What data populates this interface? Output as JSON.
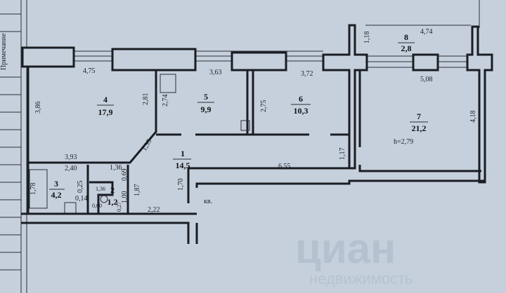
{
  "margin_note": "Примечание",
  "watermark": {
    "brand": "циан",
    "sub": "недвижимость"
  },
  "rooms": [
    {
      "number": "1",
      "area": "14,5"
    },
    {
      "number": "2",
      "area": "1,2"
    },
    {
      "number": "3",
      "area": "4,2"
    },
    {
      "number": "4",
      "area": "17,9"
    },
    {
      "number": "5",
      "area": "9,9"
    },
    {
      "number": "6",
      "area": "10,3"
    },
    {
      "number": "7",
      "area": "21,2"
    },
    {
      "number": "8",
      "area": "2,8"
    }
  ],
  "ceiling_height": "h=2,79",
  "entrance_label": "кв.",
  "dimensions": {
    "d475": "4,75",
    "d363": "3,63",
    "d372": "3,72",
    "d474": "4,74",
    "d118": "1,18",
    "d508": "5,08",
    "d386": "3,86",
    "d281": "2,81",
    "d274": "2,74",
    "d275": "2,75",
    "d418": "4,18",
    "d117": "1,17",
    "d393": "3,93",
    "d135": "1,35",
    "d655": "6,55",
    "d240": "2,40",
    "d136a": "1,36",
    "d069": "0,69",
    "d178": "1,78",
    "d025": "0,25",
    "d014": "0,14",
    "d136b": "1,36",
    "d100": "1,00",
    "d060": "0,60",
    "d027": "0,27",
    "d187": "1,87",
    "d170": "1,70",
    "d222": "2,22"
  }
}
